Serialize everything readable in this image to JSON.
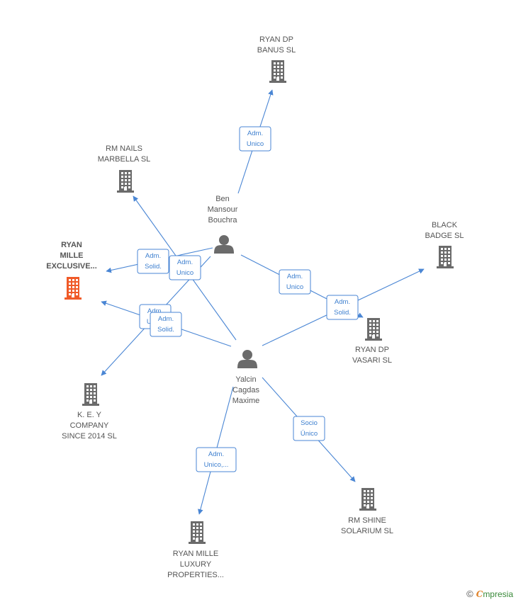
{
  "colors": {
    "company": "#6b6b6b",
    "focus": "#f05a28",
    "person": "#6b6b6b",
    "edge": "#4a86d4"
  },
  "nodes": [
    {
      "id": "ryan-dp-banus",
      "kind": "company",
      "lines": [
        "RYAN DP",
        "BANUS SL"
      ]
    },
    {
      "id": "rm-nails",
      "kind": "company",
      "lines": [
        "RM NAILS",
        "MARBELLA SL"
      ]
    },
    {
      "id": "ryan-mille-exclusive",
      "kind": "focus",
      "lines": [
        "RYAN",
        "MILLE",
        "EXCLUSIVE..."
      ]
    },
    {
      "id": "black-badge",
      "kind": "company",
      "lines": [
        "BLACK",
        "BADGE  SL"
      ]
    },
    {
      "id": "ryan-dp-vasari",
      "kind": "company",
      "lines": [
        "RYAN DP",
        "VASARI  SL"
      ]
    },
    {
      "id": "key-company",
      "kind": "company",
      "lines": [
        "K.  E. Y",
        "COMPANY",
        "SINCE 2014  SL"
      ]
    },
    {
      "id": "rm-shine",
      "kind": "company",
      "lines": [
        "RM SHINE",
        "SOLARIUM SL"
      ]
    },
    {
      "id": "ryan-mille-luxury",
      "kind": "company",
      "lines": [
        "RYAN MILLE",
        "LUXURY",
        "PROPERTIES..."
      ]
    },
    {
      "id": "ben-mansour",
      "kind": "person",
      "lines": [
        "Ben",
        "Mansour",
        "Bouchra"
      ]
    },
    {
      "id": "yalcin-cagdas",
      "kind": "person",
      "lines": [
        "Yalcin",
        "Cagdas",
        "Maxime"
      ]
    }
  ],
  "edges": [
    {
      "from": "ben-mansour",
      "to": "ryan-dp-banus",
      "label": [
        "Adm.",
        "Unico"
      ]
    },
    {
      "from": "ben-mansour",
      "to": "ryan-mille-exclusive",
      "label": [
        "Adm.",
        "Solid."
      ]
    },
    {
      "from": "yalcin-cagdas",
      "to": "rm-nails",
      "label": [
        "Adm.",
        "Unico"
      ]
    },
    {
      "from": "ben-mansour",
      "to": "key-company",
      "label": [
        "Adm.",
        "Unico"
      ]
    },
    {
      "from": "yalcin-cagdas",
      "to": "ryan-mille-exclusive",
      "label": [
        "Adm.",
        "Solid."
      ]
    },
    {
      "from": "ben-mansour",
      "to": "ryan-dp-vasari",
      "label": [
        "Adm.",
        "Unico"
      ]
    },
    {
      "from": "yalcin-cagdas",
      "to": "black-badge",
      "label": [
        "Adm.",
        "Solid."
      ]
    },
    {
      "from": "yalcin-cagdas",
      "to": "rm-shine",
      "label": [
        "Socio",
        "Único"
      ]
    },
    {
      "from": "yalcin-cagdas",
      "to": "ryan-mille-luxury",
      "label": [
        "Adm.",
        "Unico,..."
      ]
    }
  ],
  "watermark": {
    "copyright": "©",
    "brand_e": "C",
    "brand_rest": "mpresia"
  }
}
